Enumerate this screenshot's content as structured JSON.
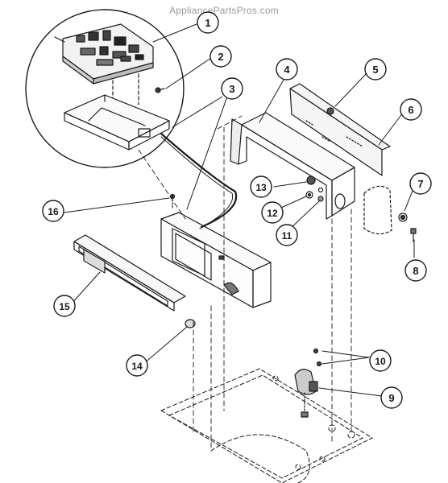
{
  "watermark": "AppliancePartsPros.com",
  "callouts": [
    {
      "id": "1",
      "label": "1"
    },
    {
      "id": "2",
      "label": "2"
    },
    {
      "id": "3",
      "label": "3"
    },
    {
      "id": "4",
      "label": "4"
    },
    {
      "id": "5",
      "label": "5"
    },
    {
      "id": "6",
      "label": "6"
    },
    {
      "id": "7",
      "label": "7"
    },
    {
      "id": "8",
      "label": "8"
    },
    {
      "id": "9",
      "label": "9"
    },
    {
      "id": "10",
      "label": "10"
    },
    {
      "id": "11",
      "label": "11"
    },
    {
      "id": "12",
      "label": "12"
    },
    {
      "id": "13",
      "label": "13"
    },
    {
      "id": "14",
      "label": "14"
    },
    {
      "id": "15",
      "label": "15"
    },
    {
      "id": "16",
      "label": "16"
    }
  ],
  "colors": {
    "ink": "#1a1a1a",
    "background": "#ffffff",
    "watermark": "#9a9a9a"
  }
}
